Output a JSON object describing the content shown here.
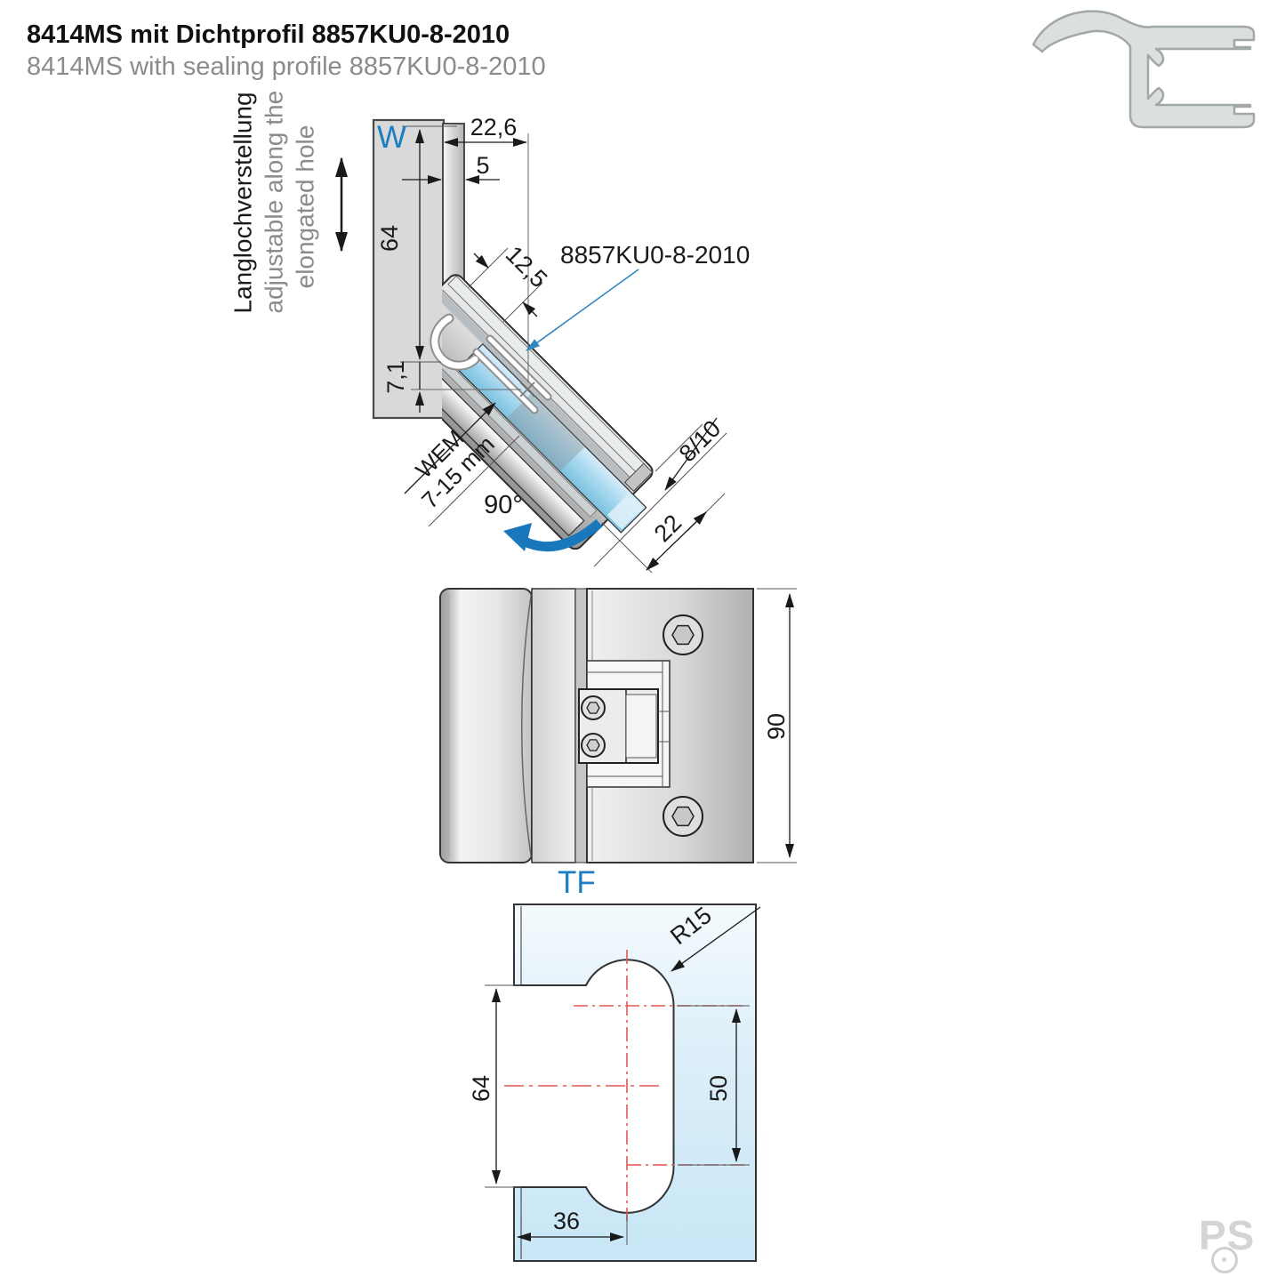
{
  "header": {
    "title_de": "8414MS mit Dichtprofil 8857KU0-8-2010",
    "title_en": "8414MS with sealing profile 8857KU0-8-2010"
  },
  "colors": {
    "accent_blue": "#1b7ec2",
    "arrow_blue": "#1878bb",
    "leader_blue": "#2e86c1",
    "centerline_red": "#e25555",
    "glass_blue": "#a9d9f0",
    "wall_gray": "#d9d9d9",
    "profile_gray": "#dbe0dc",
    "subtitle_gray": "#8b8b8b",
    "logo_gray": "#d4d4d4"
  },
  "top_view": {
    "wall_label": "W",
    "adjustability_de": "Langlochverstellung",
    "adjustability_en_line1": "adjustable along the",
    "adjustability_en_line2": "elongated hole",
    "seal_label": "8857KU0-8-2010",
    "wem_label": "WEM",
    "wem_range": "7-15 mm",
    "swing_angle": "90°",
    "dim_plate_offset": "22,6",
    "dim_plate_thickness": "5",
    "dim_plate_length": "64",
    "dim_axis_offset": "7,1",
    "dim_clamp": "12,5",
    "dim_glass_thickness": "8/10",
    "dim_end_cap": "22"
  },
  "front_view": {
    "dim_height": "90"
  },
  "cutout_view": {
    "door_label": "TF",
    "dim_radius": "R15",
    "dim_left_height": "64",
    "dim_right_height": "50",
    "dim_width": "36"
  },
  "logo_text": "PS"
}
